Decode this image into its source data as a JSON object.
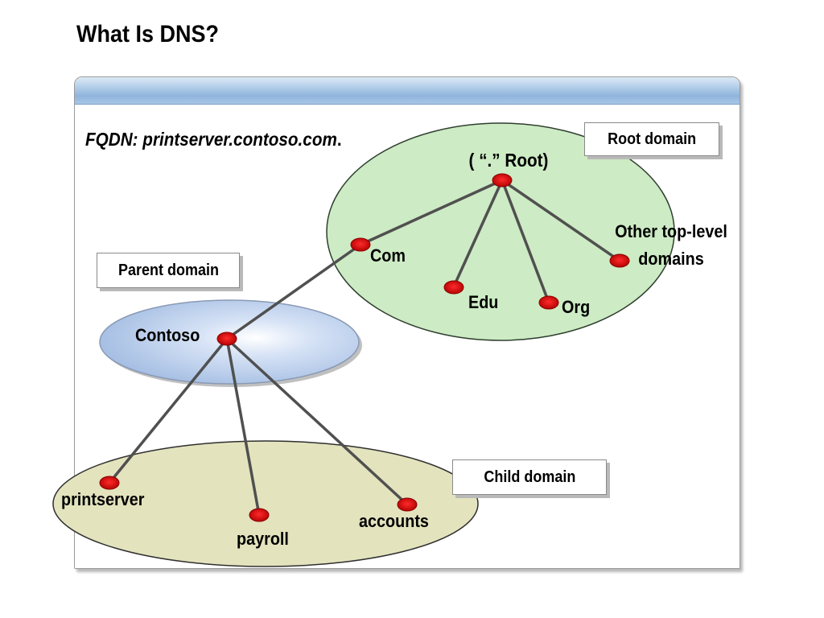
{
  "title": "What Is DNS?",
  "fqdn": {
    "label": "FQDN:",
    "value": "printserver.contoso.com",
    "suffix": "."
  },
  "callouts": {
    "root_domain": "Root domain",
    "parent_domain": "Parent domain",
    "child_domain": "Child domain"
  },
  "nodes": {
    "root": "( “.” Root)",
    "com": "Com",
    "edu": "Edu",
    "org": "Org",
    "other_tld": "Other top-level domains",
    "contoso": "Contoso",
    "printserver": "printserver",
    "payroll": "payroll",
    "accounts": "accounts"
  },
  "colors": {
    "root_zone": "#cdebc4",
    "parent_zone": "#a9c2e6",
    "child_zone": "#e3e3be",
    "node": "#d40000",
    "link": "#505050"
  }
}
